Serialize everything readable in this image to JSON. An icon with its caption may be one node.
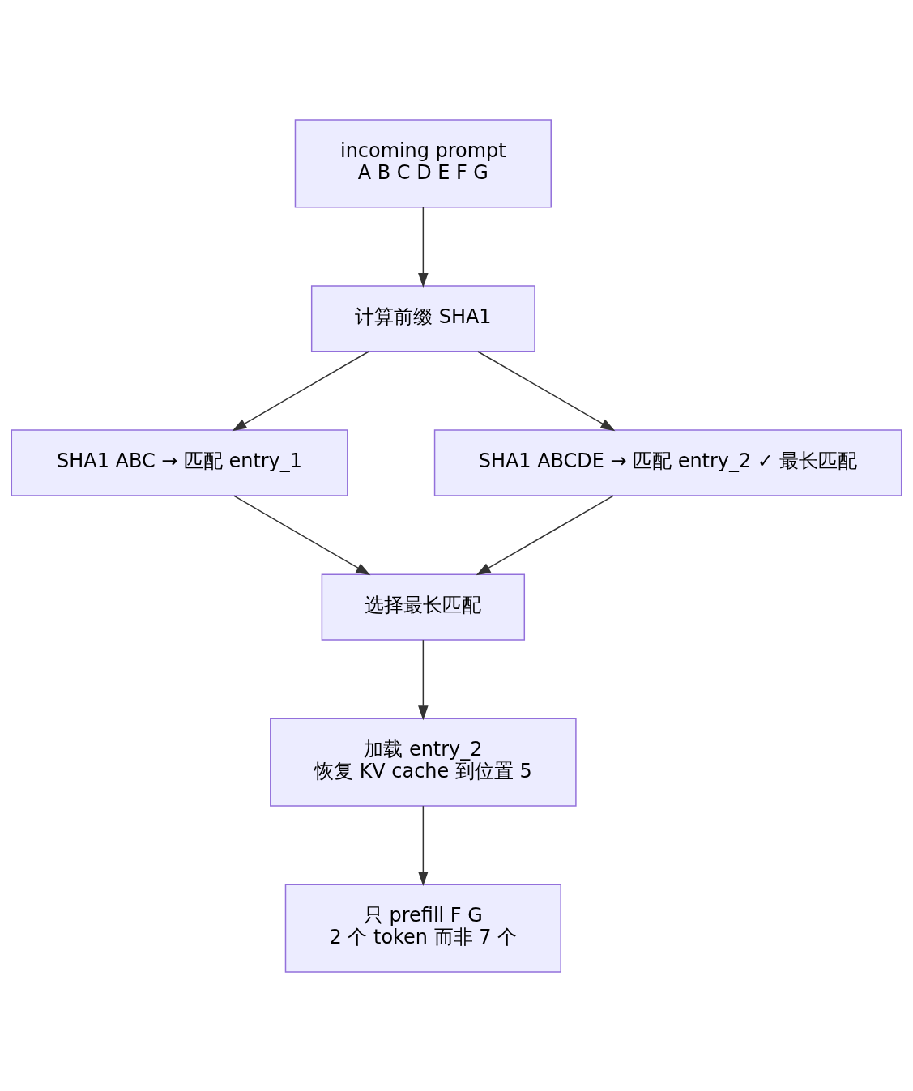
{
  "diagram": {
    "nodes": [
      {
        "text": [
          "incoming prompt",
          "A B C D E F G"
        ]
      },
      {
        "text": [
          "计算前缀 SHA1"
        ]
      },
      {
        "text": [
          "SHA1 ABC → 匹配 entry_1"
        ]
      },
      {
        "text": [
          "SHA1 ABCDE → 匹配 entry_2 ✓ 最长匹配"
        ]
      },
      {
        "text": [
          "选择最长匹配"
        ]
      },
      {
        "text": [
          "加载 entry_2",
          "恢复 KV cache 到位置 5"
        ]
      },
      {
        "text": [
          "只 prefill F G",
          "2 个 token 而非 7 个"
        ]
      }
    ],
    "edges": [
      {
        "from": 0,
        "to": 1,
        "arrow": "to"
      },
      {
        "from": 1,
        "to": 2,
        "arrow": "to"
      },
      {
        "from": 1,
        "to": 3,
        "arrow": "to"
      },
      {
        "from": 2,
        "to": 4,
        "arrow": "to"
      },
      {
        "from": 3,
        "to": 4,
        "arrow": "to"
      },
      {
        "from": 4,
        "to": 5,
        "arrow": "to"
      },
      {
        "from": 5,
        "to": 6,
        "arrow": "to"
      }
    ]
  }
}
